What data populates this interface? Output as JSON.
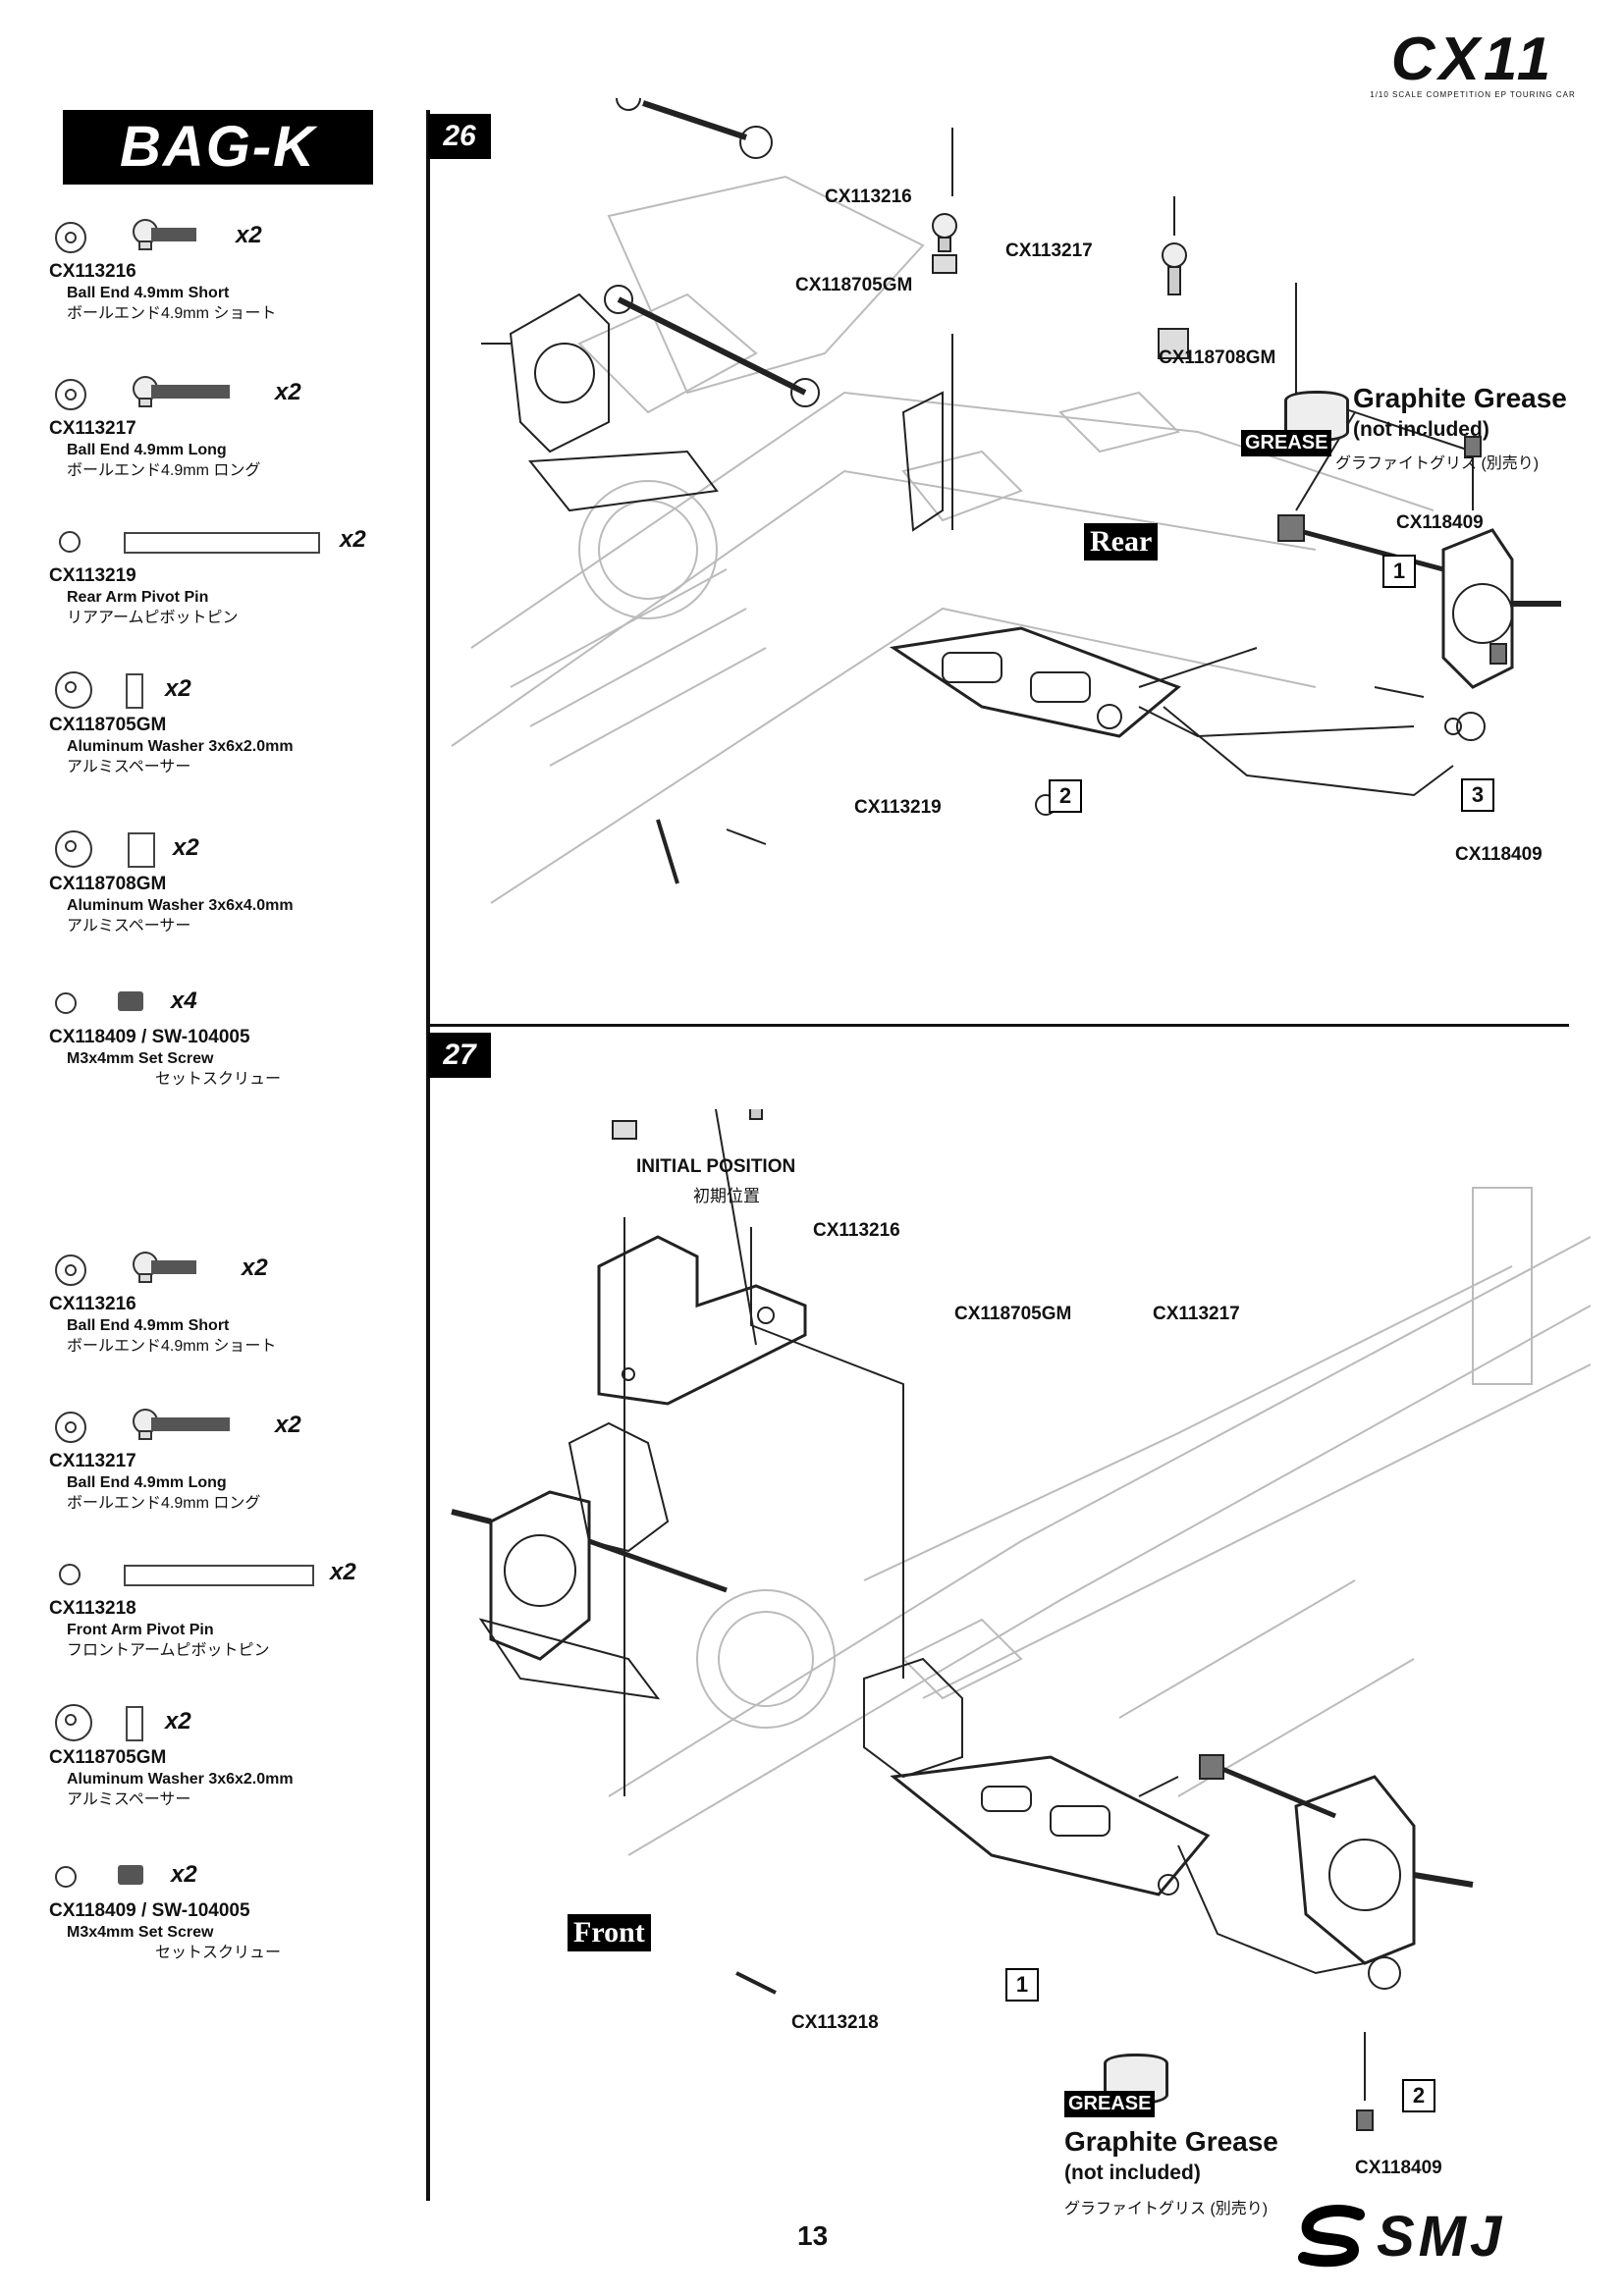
{
  "brand": {
    "model": "CX11",
    "tagline": "1/10 SCALE COMPETITION EP TOURING CAR",
    "footer_logo": "SMJ"
  },
  "page_number": "13",
  "bag": "BAG-K",
  "steps": [
    {
      "number": "26",
      "parts": [
        {
          "code": "CX113216",
          "name": "Ball End 4.9mm Short",
          "name_jp": "ボールエンド4.9mm ショート",
          "qty": "x2",
          "icon": "ball-end-icon"
        },
        {
          "code": "CX113217",
          "name": "Ball End 4.9mm Long",
          "name_jp": "ボールエンド4.9mm ロング",
          "qty": "x2",
          "icon": "ball-end-icon"
        },
        {
          "code": "CX113219",
          "name": "Rear Arm Pivot Pin",
          "name_jp": "リアアームピボットピン",
          "qty": "x2",
          "icon": "pivot-pin-icon"
        },
        {
          "code": "CX118705GM",
          "name": "Aluminum Washer 3x6x2.0mm",
          "name_jp": "アルミスペーサー",
          "qty": "x2",
          "icon": "washer-icon"
        },
        {
          "code": "CX118708GM",
          "name": "Aluminum Washer 3x6x4.0mm",
          "name_jp": "アルミスペーサー",
          "qty": "x2",
          "icon": "washer-icon"
        },
        {
          "code": "CX118409 / SW-104005",
          "name": "M3x4mm  Set Screw",
          "name_jp": "セットスクリュー",
          "qty": "x4",
          "icon": "set-screw-icon"
        }
      ],
      "labels": {
        "ball_short": "CX113216",
        "ball_long": "CX113217",
        "washer_a": "CX118705GM",
        "washer_b": "CX118708GM",
        "screw_top": "CX118409",
        "screw_bottom": "CX118409",
        "pin": "CX113219",
        "section": "Rear",
        "callouts": [
          "1",
          "2",
          "3"
        ]
      },
      "grease": {
        "title": "Graphite Grease",
        "sub": "(not included)",
        "jp": "グラファイトグリス (別売り)",
        "label": "GREASE"
      }
    },
    {
      "number": "27",
      "parts": [
        {
          "code": "CX113216",
          "name": "Ball End 4.9mm Short",
          "name_jp": "ボールエンド4.9mm ショート",
          "qty": "x2",
          "icon": "ball-end-icon"
        },
        {
          "code": "CX113217",
          "name": "Ball End 4.9mm Long",
          "name_jp": "ボールエンド4.9mm ロング",
          "qty": "x2",
          "icon": "ball-end-icon"
        },
        {
          "code": "CX113218",
          "name": "Front Arm Pivot Pin",
          "name_jp": "フロントアームピボットピン",
          "qty": "x2",
          "icon": "pivot-pin-icon"
        },
        {
          "code": "CX118705GM",
          "name": "Aluminum Washer 3x6x2.0mm",
          "name_jp": "アルミスペーサー",
          "qty": "x2",
          "icon": "washer-icon"
        },
        {
          "code": "CX118409 / SW-104005",
          "name": "M3x4mm  Set Screw",
          "name_jp": "セットスクリュー",
          "qty": "x2",
          "icon": "set-screw-icon"
        }
      ],
      "labels": {
        "initial_position": "INITIAL POSITION",
        "initial_position_jp": "初期位置",
        "ball_short": "CX113216",
        "washer_a": "CX118705GM",
        "ball_long": "CX113217",
        "pin": "CX113218",
        "screw": "CX118409",
        "section": "Front",
        "callouts": [
          "1",
          "2"
        ]
      },
      "grease": {
        "title": "Graphite Grease",
        "sub": "(not included)",
        "jp": "グラファイトグリス (別売り)",
        "label": "GREASE"
      }
    }
  ]
}
